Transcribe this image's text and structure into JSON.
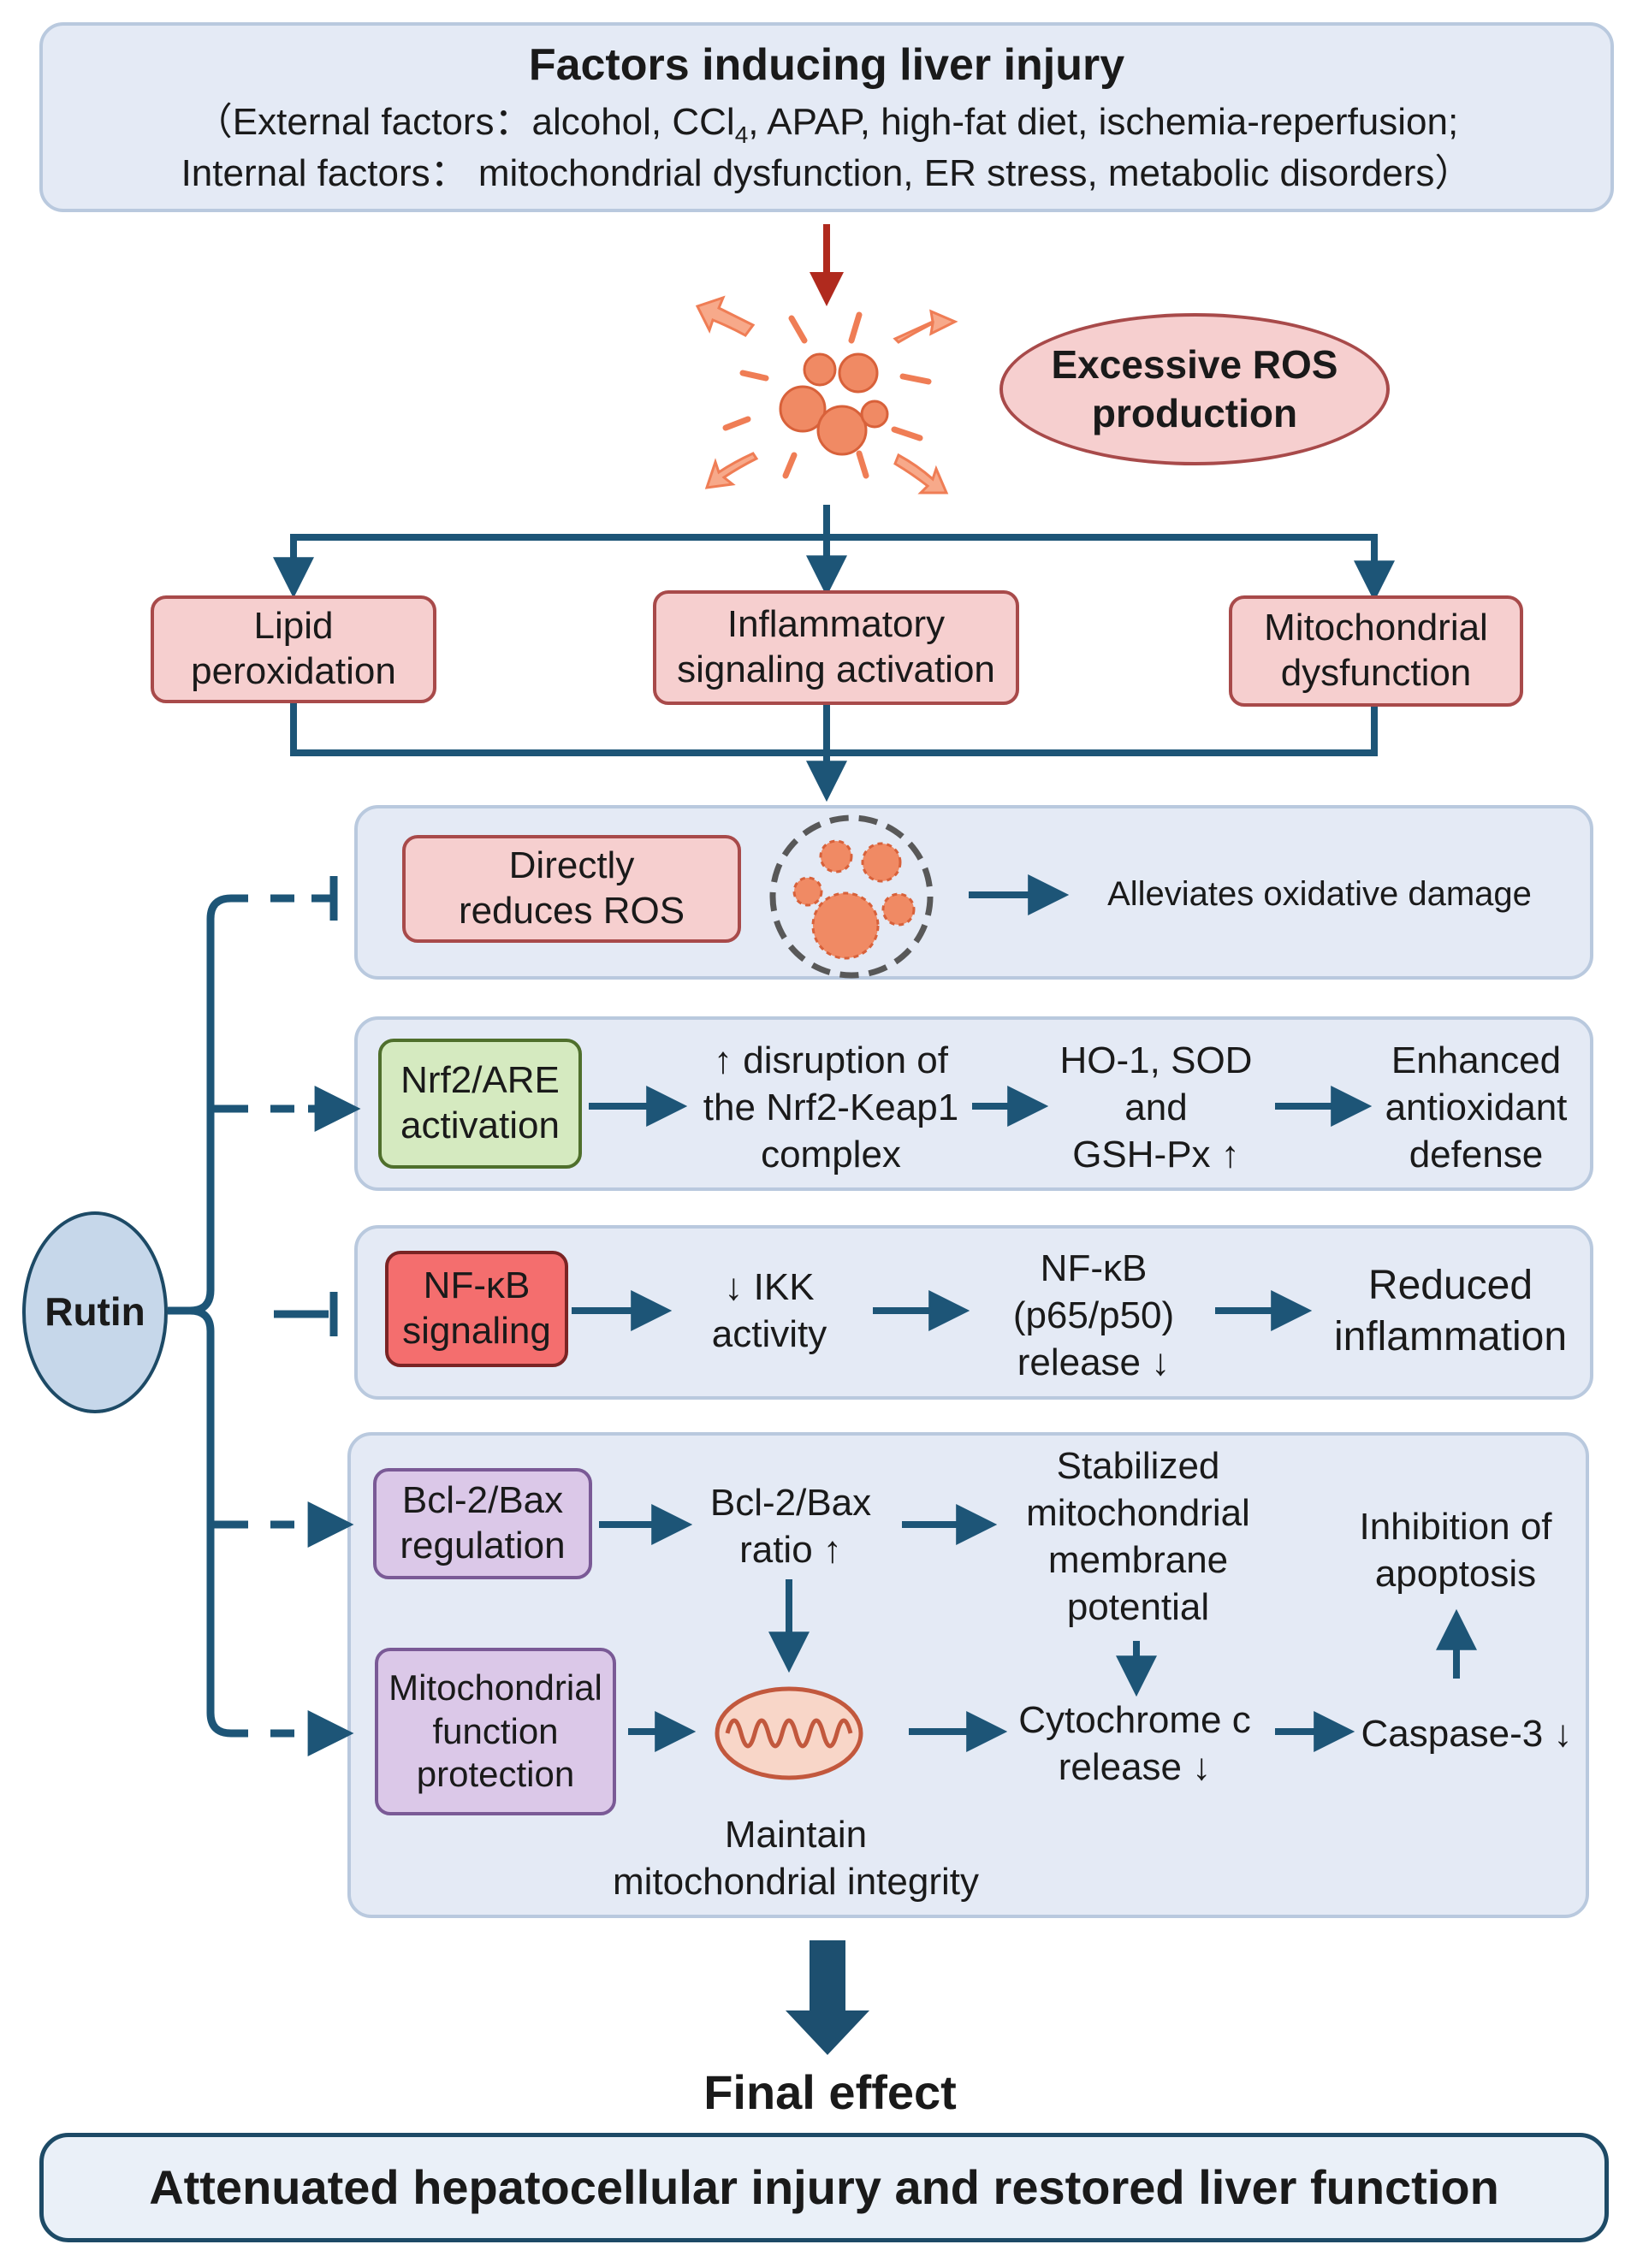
{
  "header": {
    "title": "Factors inducing liver injury",
    "external_label": "（External factors：",
    "external_items_before_sub": "alcohol, CCl",
    "ccl4_subscript": "4",
    "external_items_after_sub": ", APAP, high-fat diet, ischemia-reperfusion;",
    "internal_line": "Internal factors：  mitochondrial dysfunction, ER stress, metabolic disorders）"
  },
  "ros": {
    "label_line1": "Excessive ROS",
    "label_line2": "production"
  },
  "consequences": [
    {
      "line1": "Lipid",
      "line2": "peroxidation"
    },
    {
      "line1": "Inflammatory",
      "line2": "signaling activation"
    },
    {
      "line1": "Mitochondrial",
      "line2": "dysfunction"
    }
  ],
  "rutin": {
    "label": "Rutin"
  },
  "row_ros": {
    "box_line1": "Directly",
    "box_line2": "reduces ROS",
    "outcome": "Alleviates oxidative damage"
  },
  "row_nrf2": {
    "box_line1": "Nrf2/ARE",
    "box_line2": "activation",
    "step1": [
      "↑ disruption of",
      "the Nrf2-Keap1",
      "complex"
    ],
    "step2": [
      "HO-1, SOD",
      "and",
      "GSH-Px ↑"
    ],
    "outcome": [
      "Enhanced",
      "antioxidant",
      "defense"
    ]
  },
  "row_nfkb": {
    "box_line1": "NF-κB",
    "box_line2": "signaling",
    "step1": [
      "↓ IKK",
      "activity"
    ],
    "step2": [
      "NF-κB",
      "(p65/p50)",
      "release ↓"
    ],
    "outcome": [
      "Reduced",
      "inflammation"
    ]
  },
  "row_apoptosis": {
    "bcl_box": [
      "Bcl-2/Bax",
      "regulation"
    ],
    "mito_box": [
      "Mitochondrial",
      "function",
      "protection"
    ],
    "ratio": [
      "Bcl-2/Bax",
      "ratio ↑"
    ],
    "stabilized": [
      "Stabilized",
      "mitochondrial",
      "membrane",
      "potential"
    ],
    "inhibition": [
      "Inhibition of",
      "apoptosis"
    ],
    "maintain": [
      "Maintain",
      "mitochondrial integrity"
    ],
    "cytochrome": [
      "Cytochrome c",
      "release ↓"
    ],
    "caspase": "Caspase-3 ↓"
  },
  "final": {
    "label": "Final effect",
    "result": "Attenuated hepatocellular injury and restored liver function"
  },
  "colors": {
    "arrow": "#1d5577",
    "top_arrow": "#b02a1e",
    "ros_particle": "#f08a64",
    "panel_fill": "#e4eaf5",
    "panel_border": "#b9c9de"
  }
}
